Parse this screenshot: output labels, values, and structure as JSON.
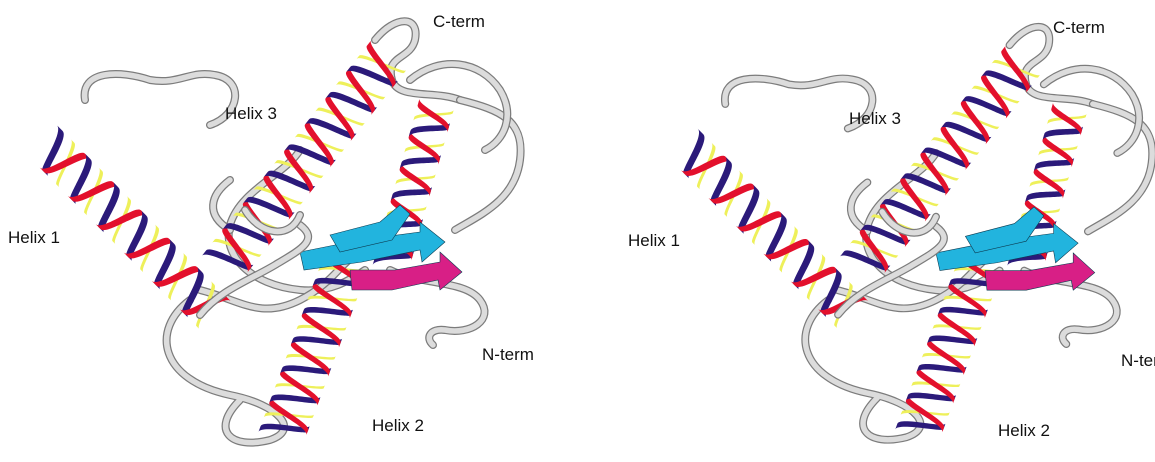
{
  "figure": {
    "left_view": {
      "labels": {
        "c_term": "C-term",
        "helix3": "Helix 3",
        "helix1": "Helix 1",
        "n_term": "N-term",
        "helix2": "Helix 2"
      }
    },
    "right_view": {
      "labels": {
        "c_term": "C-term",
        "helix3": "Helix 3",
        "helix1": "Helix 1",
        "n_term": "N-term",
        "helix2": "Helix 2"
      }
    }
  },
  "colors": {
    "helix_red": "#e3102c",
    "helix_purple": "#2b1a7a",
    "helix_yellow": "#eef05a",
    "strand_cyan": "#22b4de",
    "strand_magenta": "#d81f86",
    "coil": "#dcdcdc",
    "coil_shadow": "#7c7c7c"
  }
}
